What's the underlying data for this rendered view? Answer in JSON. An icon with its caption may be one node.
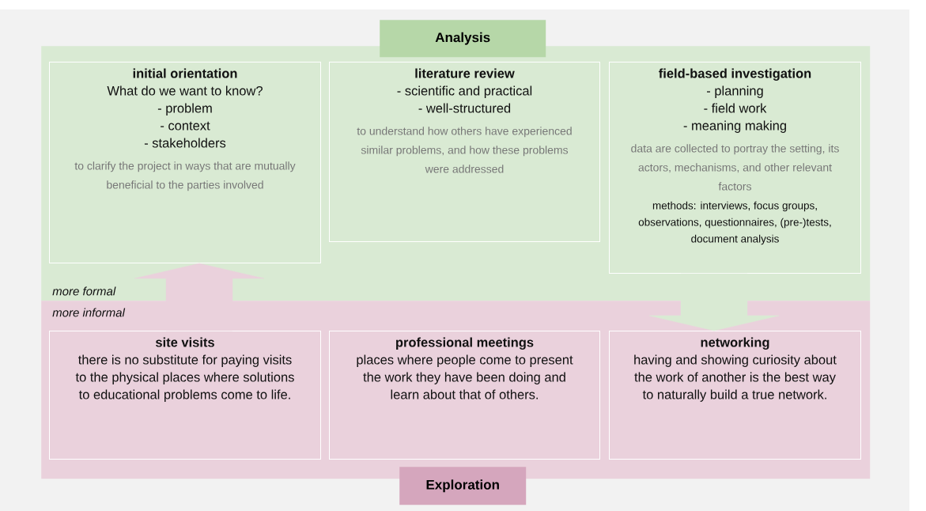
{
  "diagram": {
    "nodes": [
      {
        "text": [
          "Analysis"
        ]
      },
      {
        "text": [
          "initial orientation",
          "What do we want to know?",
          "- problem",
          "- context",
          "- stakeholders",
          "to clarify the project in ways that are mutually beneficial to the parties involved"
        ],
        "in": 0
      },
      {
        "text": [
          "literature review",
          "- scientific and practical",
          "- well-structured",
          "to understand how others have experienced similar problems, and how these problems were addressed"
        ],
        "in": 0
      },
      {
        "text": [
          "field-based investigation",
          "- planning",
          "- field work",
          "- meaning making",
          "data are collected to portray the setting, its actors, mechanisms, and other relevant factors",
          "methods: interviews, focus groups, observations, questionnaires, (pre-)tests, document analysis"
        ],
        "in": 0
      },
      {
        "text": [
          "Exploration"
        ]
      },
      {
        "text": [
          "site visits",
          "there is no substitute for paying visits to the physical places where solutions to educational problems come to life."
        ],
        "in": 4
      },
      {
        "text": [
          "professional meetings",
          "places where people come to present the work they have been doing and learn about that of others."
        ],
        "in": 4
      },
      {
        "text": [
          "networking",
          "having and showing curiosity about the work of another is the best way to naturally build a true network."
        ],
        "in": 4
      }
    ],
    "edges": [
      {
        "from": 5,
        "to": 1,
        "arrow": "to",
        "color": "#ead1dc"
      },
      {
        "from": 3,
        "to": 7,
        "arrow": "to",
        "color": "#d9ead3"
      }
    ],
    "labels": [
      "more formal",
      "more informal"
    ]
  }
}
